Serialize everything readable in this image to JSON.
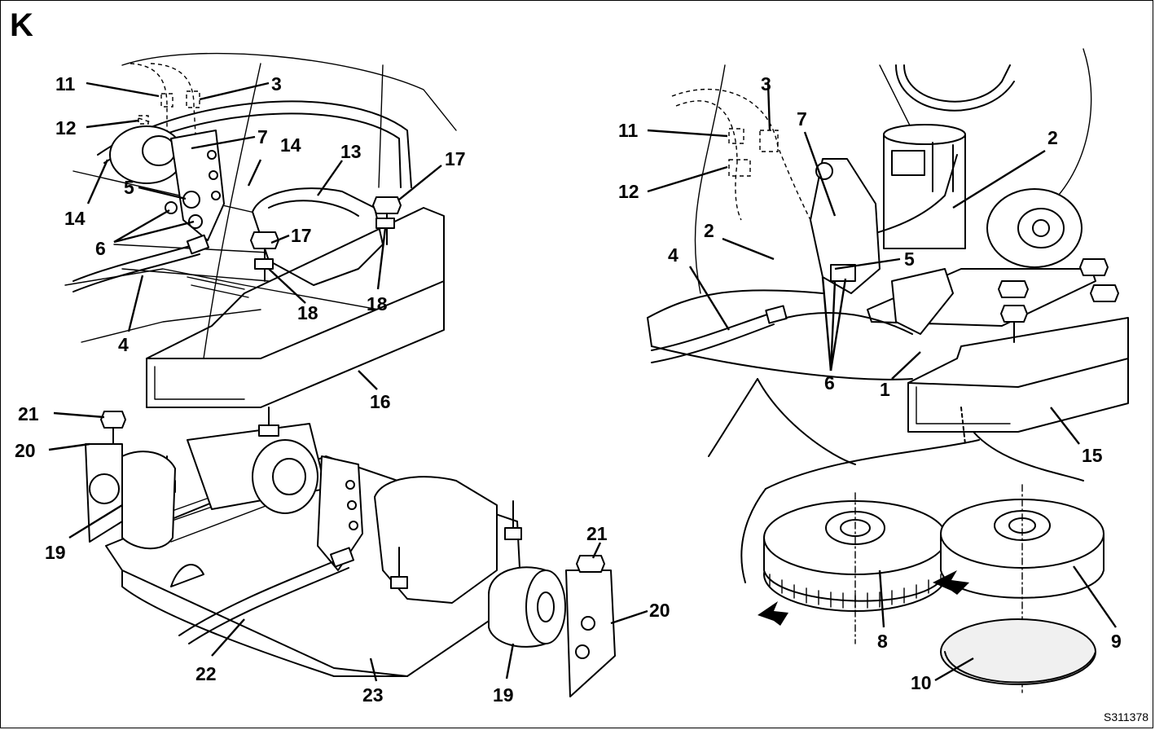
{
  "panel_letter": "K",
  "figure_code": "S311378",
  "callouts": {
    "c3a": "3",
    "c11a": "11",
    "c12a": "12",
    "c7a": "7",
    "c14a": "14",
    "c13": "13",
    "c17a": "17",
    "c5a": "5",
    "c14b": "14",
    "c6a": "6",
    "c17b": "17",
    "c4a": "4",
    "c18a": "18",
    "c18b": "18",
    "c16": "16",
    "c11b": "11",
    "c3b": "3",
    "c7b": "7",
    "c2a": "2",
    "c12b": "12",
    "c2b": "2",
    "c5b": "5",
    "c4b": "4",
    "c6b": "6",
    "c1": "1",
    "c15": "15",
    "c21a": "21",
    "c20a": "20",
    "c19a": "19",
    "c22": "22",
    "c23": "23",
    "c19b": "19",
    "c21b": "21",
    "c20b": "20",
    "c8": "8",
    "c9": "9",
    "c10": "10"
  }
}
